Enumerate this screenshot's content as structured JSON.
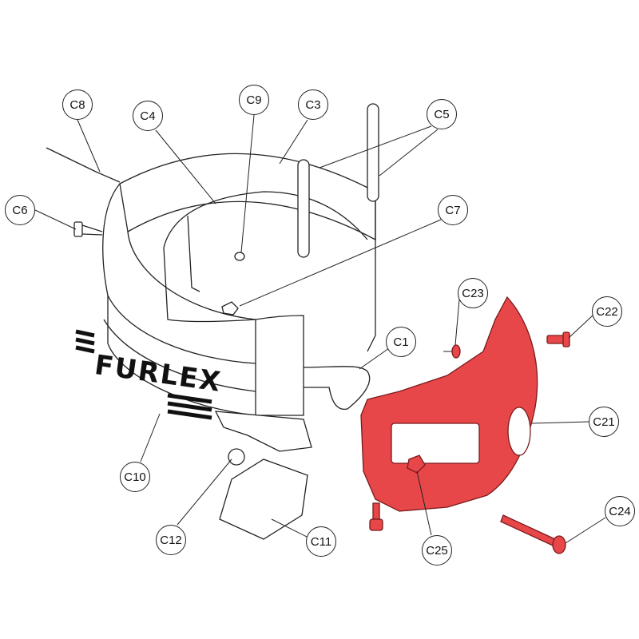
{
  "logo_text": "FURLEX",
  "colors": {
    "highlight": "#e8474a",
    "line": "#222222"
  },
  "callouts": {
    "c1": "C1",
    "c3": "C3",
    "c4": "C4",
    "c5": "C5",
    "c6": "C6",
    "c7": "C7",
    "c8": "C8",
    "c9": "C9",
    "c10": "C10",
    "c11": "C11",
    "c12": "C12",
    "c21": "C21",
    "c22": "C22",
    "c23": "C23",
    "c24": "C24",
    "c25": "C25"
  }
}
